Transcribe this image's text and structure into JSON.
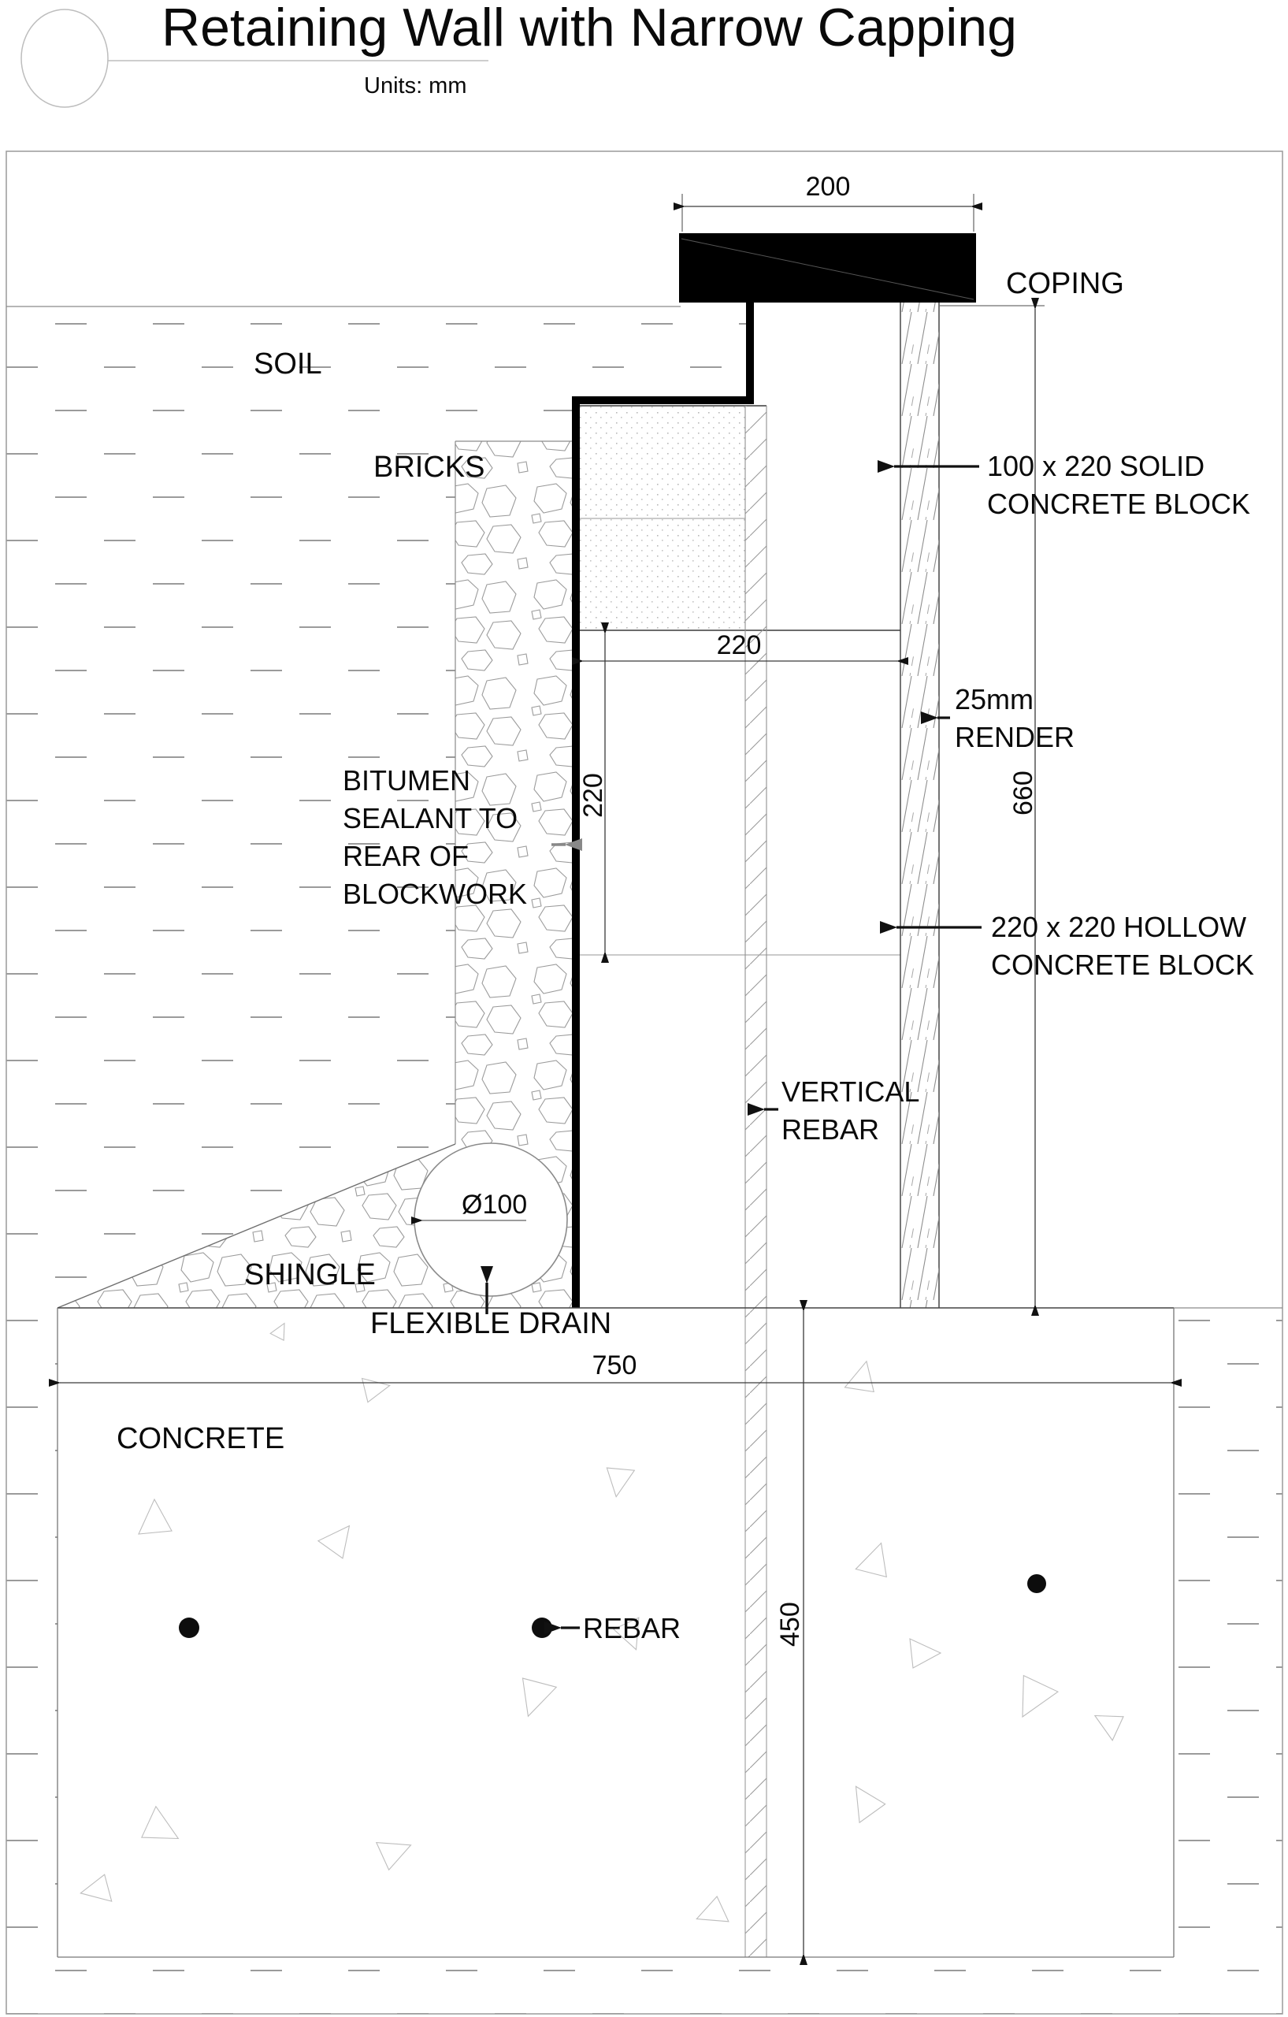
{
  "title": "Retaining Wall with Narrow Capping",
  "units": "Units: mm",
  "labels": {
    "soil": "SOIL",
    "coping": "COPING",
    "bricks": "BRICKS",
    "solid_block_line1": "100 x 220 SOLID",
    "solid_block_line2": "CONCRETE BLOCK",
    "render_line1": "25mm",
    "render_line2": "RENDER",
    "hollow_block_line1": "220 x 220 HOLLOW",
    "hollow_block_line2": "CONCRETE BLOCK",
    "bitumen_line1": "BITUMEN",
    "bitumen_line2": "SEALANT TO",
    "bitumen_line3": "REAR OF",
    "bitumen_line4": "BLOCKWORK",
    "vertical_rebar_line1": "VERTICAL",
    "vertical_rebar_line2": "REBAR",
    "shingle": "SHINGLE",
    "drain_diameter": "Ø100",
    "flexible_drain": "FLEXIBLE DRAIN",
    "concrete": "CONCRETE",
    "rebar": "REBAR"
  },
  "dimensions": {
    "coping_width": "200",
    "wall_width": "220",
    "course_height": "220",
    "wall_height": "660",
    "footing_width": "750",
    "footing_depth": "450"
  },
  "colors": {
    "background": "#ffffff",
    "line": "#111111",
    "light_line": "#999999",
    "coping_fill": "#000000",
    "frame": "#9a9a9a"
  }
}
